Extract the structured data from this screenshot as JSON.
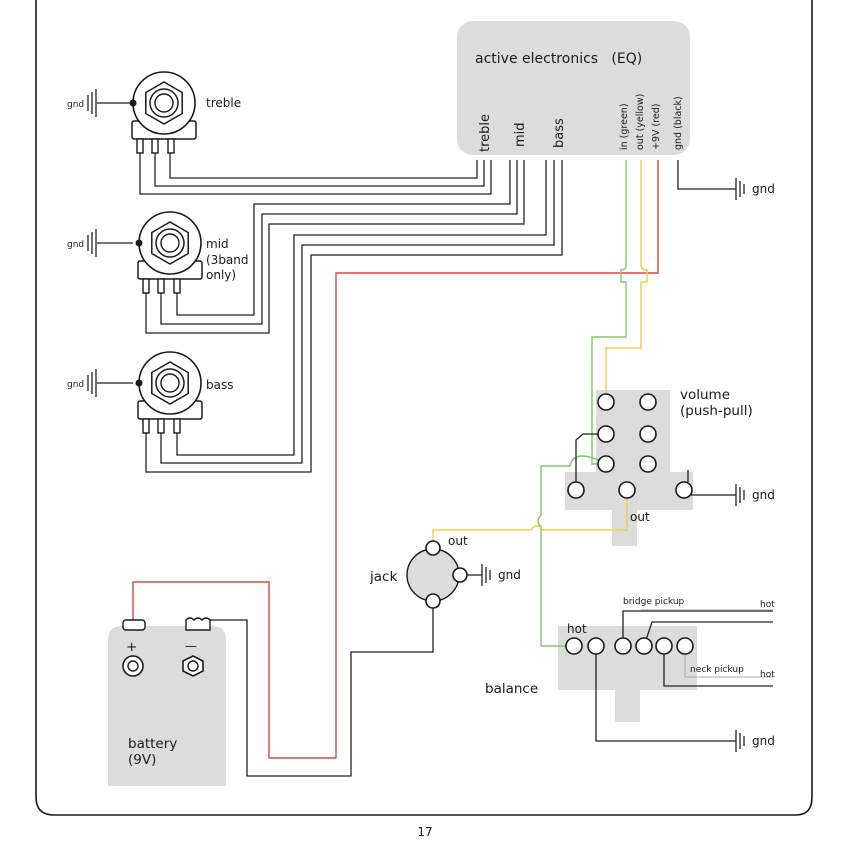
{
  "page_number": "17",
  "eq_module": {
    "title": "active electronics   (EQ)",
    "pots": [
      "treble",
      "mid",
      "bass"
    ],
    "pins": [
      "in (green)",
      "out (yellow)",
      "+9V (red)",
      "gnd (black)"
    ]
  },
  "pots": {
    "treble": "treble",
    "mid_lines": [
      "mid",
      "(3band",
      "only)"
    ],
    "bass": "bass",
    "gnd": "gnd"
  },
  "volume": {
    "lines": [
      "volume",
      "(push-pull)"
    ],
    "out": "out"
  },
  "jack": {
    "label": "jack",
    "out": "out"
  },
  "balance": {
    "label": "balance",
    "hot": "hot",
    "bridge_pickup": "bridge pickup",
    "neck_pickup": "neck pickup",
    "bridge_hot": "hot",
    "neck_hot": "hot"
  },
  "battery": {
    "lines": [
      "battery",
      "(9V)"
    ],
    "plus": "+",
    "minus": "—"
  },
  "gnd_label": "gnd",
  "colors": {
    "green": "#7fc86a",
    "yellow": "#f2cd4a",
    "red": "#e0433c",
    "black": "#222222",
    "module_gray": "#dcdcdc"
  }
}
